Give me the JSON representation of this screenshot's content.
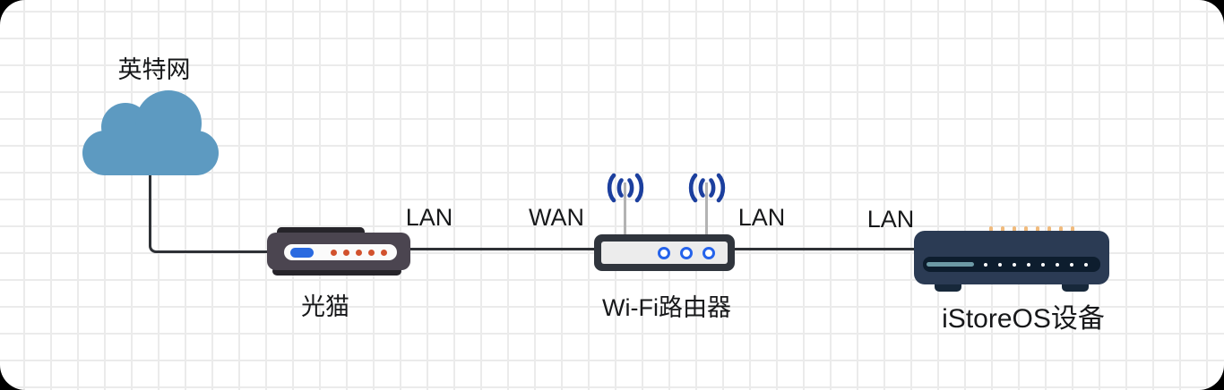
{
  "diagram": {
    "type": "network-topology",
    "nodes": {
      "internet": {
        "label": "英特网",
        "kind": "cloud"
      },
      "modem": {
        "label": "光猫",
        "kind": "optical-modem"
      },
      "router": {
        "label": "Wi-Fi路由器",
        "kind": "wifi-router"
      },
      "istoreos": {
        "label": "iStoreOS设备",
        "kind": "istoreos-device"
      }
    },
    "port_labels": {
      "modem_lan": "LAN",
      "router_wan": "WAN",
      "router_lan": "LAN",
      "istoreos_lan": "LAN"
    },
    "connections": [
      {
        "from": "internet",
        "to": "modem"
      },
      {
        "from": "modem",
        "from_port": "LAN",
        "to": "router",
        "to_port": "WAN"
      },
      {
        "from": "router",
        "from_port": "LAN",
        "to": "istoreos",
        "to_port": "LAN"
      }
    ],
    "colors": {
      "cloud": "#5d9ac1",
      "cable": "#2e3136",
      "grid": "#ebebeb",
      "wifi_signal_blue": "#1c3f9e",
      "router_led_blue": "#2563eb",
      "modem_power_led_blue": "#2a6ae0",
      "modem_led_orange": "#d2522e",
      "modem_body": "#4b4550",
      "router_body": "#30353d",
      "device_body": "#2b3b54",
      "device_port_clips": "#f0ba7c",
      "device_screen_bar": "#6d9aa6"
    }
  }
}
